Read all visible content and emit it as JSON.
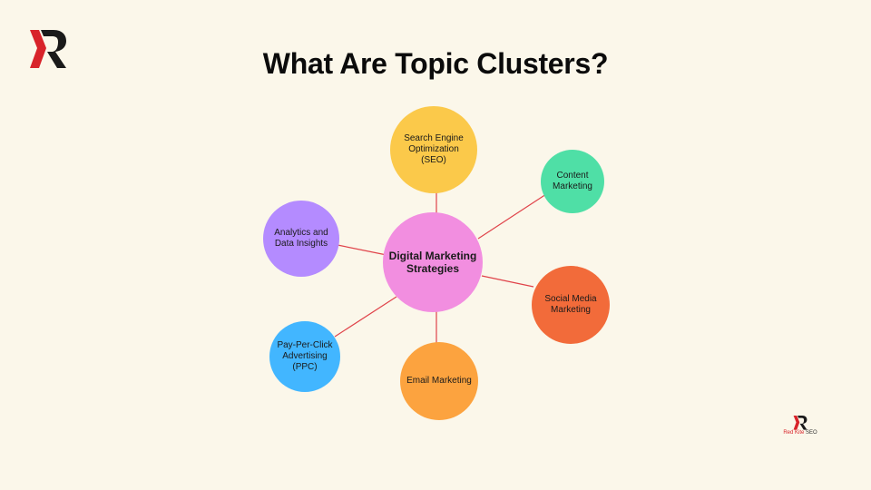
{
  "title": "What Are Topic Clusters?",
  "center": {
    "label": "Digital Marketing Strategies",
    "color": "#f28ee0"
  },
  "clusters": [
    {
      "id": "seo",
      "label": "Search Engine Optimization (SEO)",
      "color": "#fbc94a"
    },
    {
      "id": "content",
      "label": "Content Marketing",
      "color": "#4fdfa6"
    },
    {
      "id": "social",
      "label": "Social Media Marketing",
      "color": "#f26b3a"
    },
    {
      "id": "email",
      "label": "Email Marketing",
      "color": "#fca33f"
    },
    {
      "id": "ppc",
      "label": "Pay-Per-Click Advertising (PPC)",
      "color": "#42b6ff"
    },
    {
      "id": "analytics",
      "label": "Analytics and Data Insights",
      "color": "#b48bff"
    }
  ],
  "connector_color": "#e0434a",
  "brand": {
    "name_part1": "Red Kite",
    "name_part2": "SEO",
    "logo_colors": [
      "#d8232a",
      "#111111"
    ]
  }
}
